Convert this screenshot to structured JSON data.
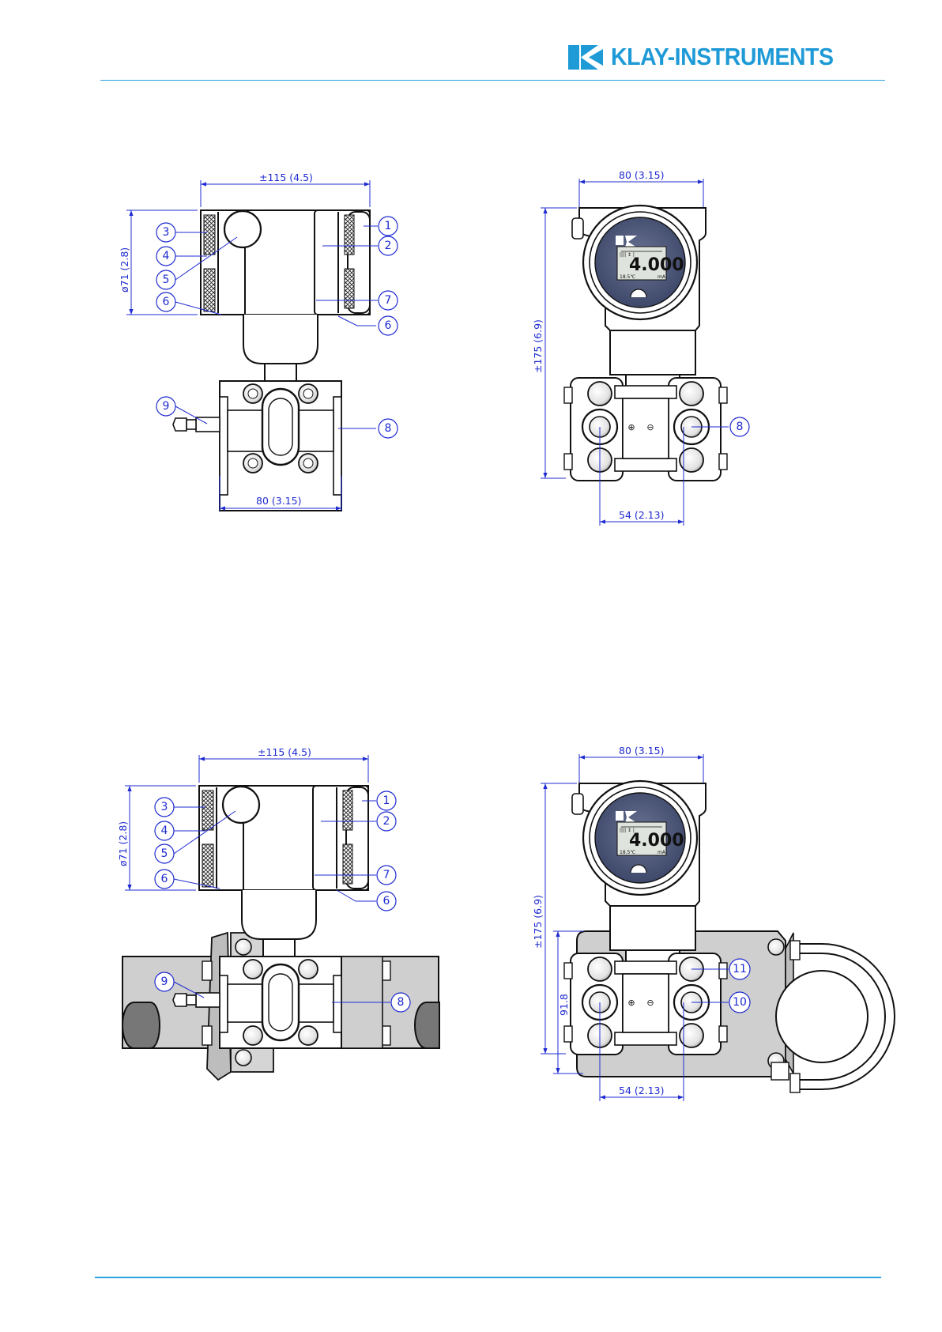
{
  "brand": {
    "name": "KLAY-INSTRUMENTS",
    "accent_color": "#1e9ad6",
    "logo_icon": "klay-k-logo-icon"
  },
  "dimensions": {
    "housing_length": "±115  (4.5)",
    "housing_diameter": "ø71  (2.8)",
    "flange_width": "80  (3.15)",
    "total_height": "±175  (6.9)",
    "port_spacing": "54  (2.13)",
    "bracket_height": "91.8"
  },
  "display": {
    "reading": "4.000",
    "temperature": "18.5℃",
    "unit": "mA"
  },
  "symbols": {
    "high_side": "⊕",
    "low_side": "⊖"
  },
  "callouts": {
    "top_side": [
      "1",
      "2",
      "3",
      "4",
      "5",
      "6",
      "6",
      "7",
      "8",
      "9"
    ],
    "top_front": [
      "8"
    ],
    "bottom_side": [
      "1",
      "2",
      "3",
      "4",
      "5",
      "6",
      "6",
      "7",
      "8",
      "9"
    ],
    "bottom_front": [
      "11",
      "10"
    ]
  },
  "colors": {
    "dimension_lines": "#1f2bd0",
    "outline": "#111111",
    "pipe_fill": "#cfcfcf",
    "rules": "#2aa3e0"
  }
}
